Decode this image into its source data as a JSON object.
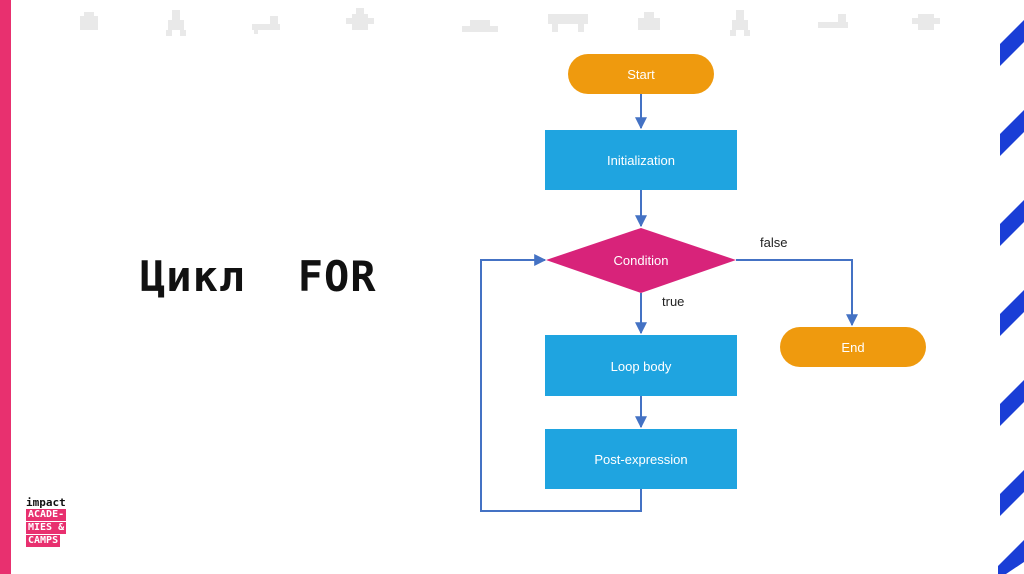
{
  "slide": {
    "title": "Цикл  FOR"
  },
  "logo": {
    "top": "impact",
    "lines": [
      "ACADE-",
      "MIES &",
      "CAMPS"
    ]
  },
  "flowchart": {
    "nodes": {
      "start": "Start",
      "init": "Initialization",
      "condition": "Condition",
      "body": "Loop body",
      "post": "Post-expression",
      "end": "End"
    },
    "edge_labels": {
      "true": "true",
      "false": "false"
    }
  },
  "colors": {
    "accent_pink": "#e8306f",
    "terminal_orange": "#ef9a0e",
    "process_blue": "#1fa4e0",
    "decision_magenta": "#d8237a",
    "arrow_blue": "#4472c4",
    "stripe_blue": "#1a3ed6"
  }
}
